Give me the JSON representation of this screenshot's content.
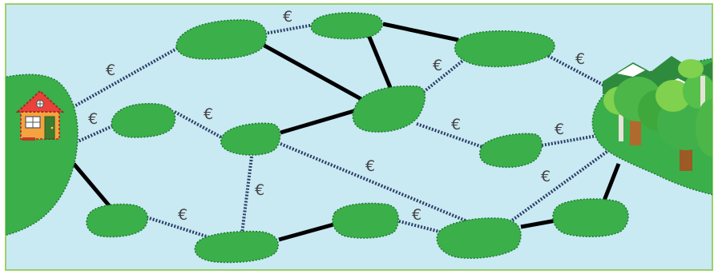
{
  "diagram": {
    "currency_symbol": "€",
    "colors": {
      "water": "#c9e9f3",
      "frame": "#9ccf6a",
      "island": "#3aaf4a",
      "island_outline": "#1f7a2e",
      "free_bridge": "#000000",
      "toll_bridge": "#2c3e66"
    },
    "start": {
      "icon": "house-icon"
    },
    "destination": {
      "icon": "forest-icon"
    },
    "islands": [
      {
        "id": "I1"
      },
      {
        "id": "I2"
      },
      {
        "id": "I3"
      },
      {
        "id": "I4"
      },
      {
        "id": "I5"
      },
      {
        "id": "I6"
      },
      {
        "id": "I7"
      },
      {
        "id": "I8"
      },
      {
        "id": "I9"
      },
      {
        "id": "I10"
      },
      {
        "id": "I11"
      },
      {
        "id": "I12"
      },
      {
        "id": "I13"
      }
    ],
    "bridges": [
      {
        "from": "START",
        "to": "I1",
        "toll": true
      },
      {
        "from": "START",
        "to": "I2",
        "toll": true
      },
      {
        "from": "START",
        "to": "I3",
        "toll": false
      },
      {
        "from": "I1",
        "to": "I4",
        "toll": true
      },
      {
        "from": "I1",
        "to": "I5",
        "toll": false
      },
      {
        "from": "I4",
        "to": "I5",
        "toll": false
      },
      {
        "from": "I4",
        "to": "I6",
        "toll": false
      },
      {
        "from": "I6",
        "to": "FOREST",
        "toll": true
      },
      {
        "from": "I6",
        "to": "I5",
        "toll": true
      },
      {
        "from": "I2",
        "to": "I7",
        "toll": true
      },
      {
        "from": "I7",
        "to": "I5",
        "toll": false
      },
      {
        "from": "I5",
        "to": "I8",
        "toll": true
      },
      {
        "from": "I8",
        "to": "FOREST",
        "toll": true
      },
      {
        "from": "I7",
        "to": "I9",
        "toll": true
      },
      {
        "from": "I7",
        "to": "I12",
        "toll": true
      },
      {
        "from": "I3",
        "to": "I9",
        "toll": true
      },
      {
        "from": "I9",
        "to": "I10",
        "toll": false
      },
      {
        "from": "I10",
        "to": "I12",
        "toll": true
      },
      {
        "from": "I12",
        "to": "FOREST",
        "toll": true
      },
      {
        "from": "I12",
        "to": "I13",
        "toll": false
      },
      {
        "from": "I13",
        "to": "FOREST",
        "toll": false
      }
    ]
  }
}
